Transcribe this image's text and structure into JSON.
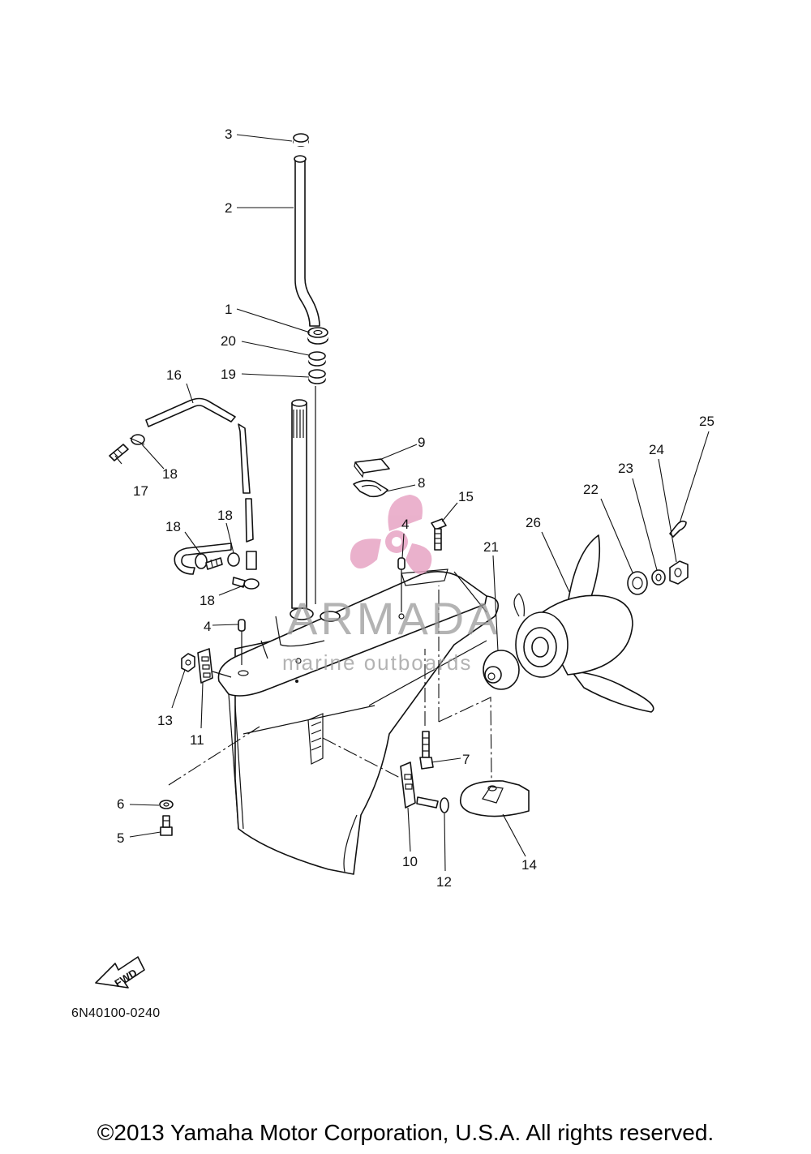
{
  "diagram": {
    "code": "6N40100-0240",
    "fwd_label": "FWD",
    "copyright": "©2013 Yamaha Motor Corporation, U.S.A. All rights reserved.",
    "watermark": {
      "brand": "ARMADA",
      "tagline": "marine outboards",
      "logo_color": "#e7a4c4"
    },
    "callouts": {
      "c1": "1",
      "c2": "2",
      "c3": "3",
      "c4a": "4",
      "c4b": "4",
      "c5": "5",
      "c6": "6",
      "c7": "7",
      "c8": "8",
      "c9": "9",
      "c10": "10",
      "c11": "11",
      "c12": "12",
      "c13": "13",
      "c14": "14",
      "c15": "15",
      "c16": "16",
      "c17": "17",
      "c18a": "18",
      "c18b": "18",
      "c18c": "18",
      "c18d": "18",
      "c19": "19",
      "c20": "20",
      "c21": "21",
      "c22": "22",
      "c23": "23",
      "c24": "24",
      "c25": "25",
      "c26": "26"
    }
  }
}
